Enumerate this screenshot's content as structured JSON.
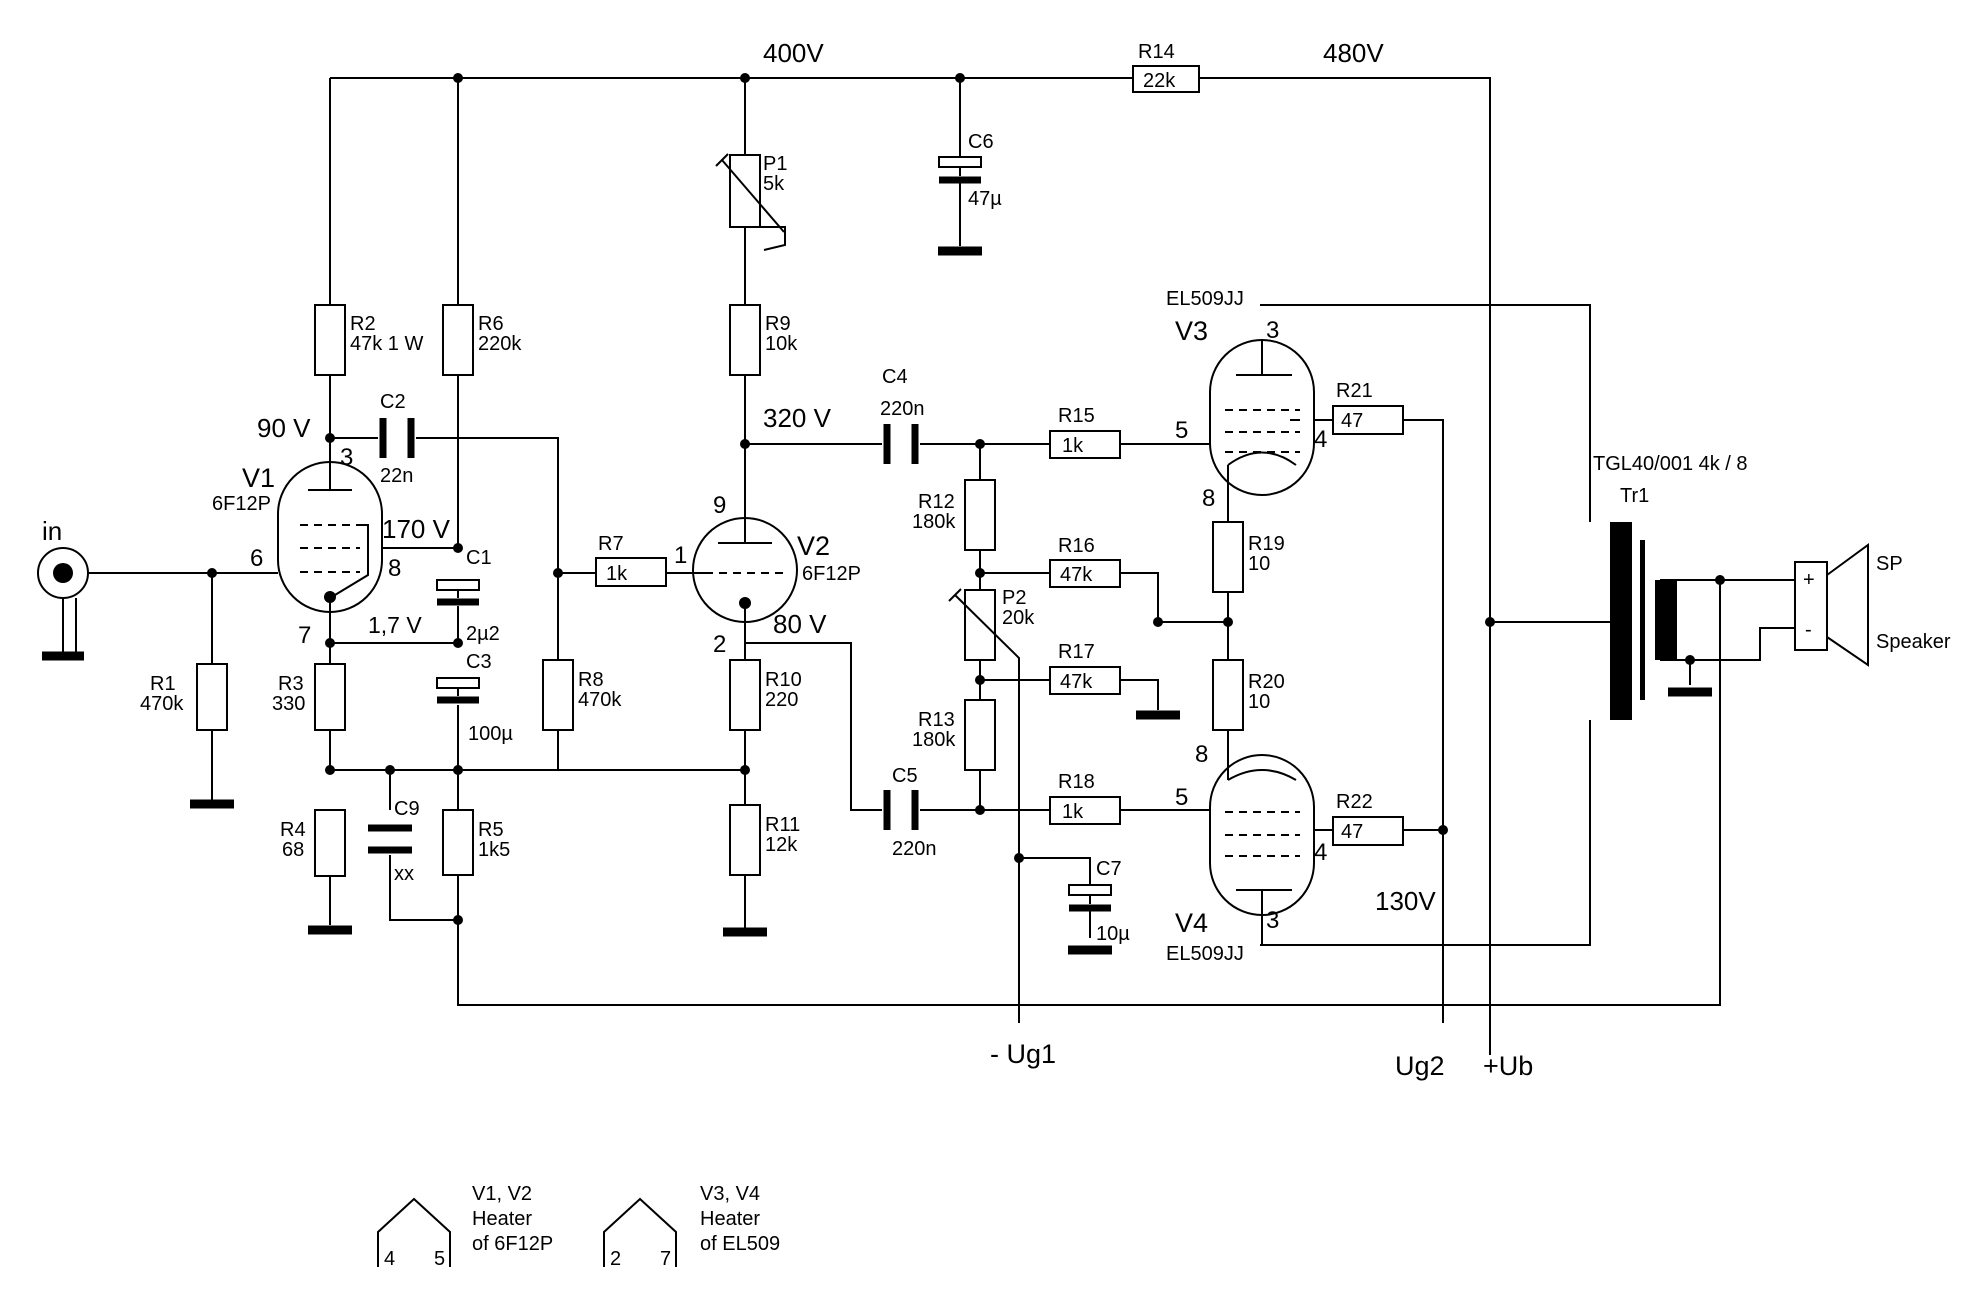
{
  "voltages": {
    "v400": "400V",
    "v480": "480V",
    "v320": "320 V",
    "v90": "90 V",
    "v170": "170 V",
    "v1_7": "1,7 V",
    "v80": "80 V",
    "v130": "130V"
  },
  "terminals": {
    "input": "in",
    "ug1": "- Ug1",
    "ug2": "Ug2",
    "ub": "+Ub"
  },
  "tubes": {
    "v1": {
      "name": "V1",
      "type": "6F12P",
      "pins": [
        "3",
        "6",
        "8",
        "7"
      ]
    },
    "v2": {
      "name": "V2",
      "type": "6F12P",
      "pins": [
        "9",
        "1",
        "2"
      ]
    },
    "v3": {
      "name": "V3",
      "type": "EL509JJ",
      "pins": [
        "3",
        "5",
        "4",
        "8"
      ]
    },
    "v4": {
      "name": "V4",
      "type": "EL509JJ",
      "pins": [
        "8",
        "5",
        "4",
        "3"
      ]
    }
  },
  "resistors": {
    "r1": {
      "name": "R1",
      "value": "470k"
    },
    "r2": {
      "name": "R2",
      "value": "47k 1 W"
    },
    "r3": {
      "name": "R3",
      "value": "330"
    },
    "r4": {
      "name": "R4",
      "value": "68"
    },
    "r5": {
      "name": "R5",
      "value": "1k5"
    },
    "r6": {
      "name": "R6",
      "value": "220k"
    },
    "r7": {
      "name": "R7",
      "value": "1k"
    },
    "r8": {
      "name": "R8",
      "value": "470k"
    },
    "r9": {
      "name": "R9",
      "value": "10k"
    },
    "r10": {
      "name": "R10",
      "value": "220"
    },
    "r11": {
      "name": "R11",
      "value": "12k"
    },
    "r12": {
      "name": "R12",
      "value": "180k"
    },
    "r13": {
      "name": "R13",
      "value": "180k"
    },
    "r14": {
      "name": "R14",
      "value": "22k"
    },
    "r15": {
      "name": "R15",
      "value": "1k"
    },
    "r16": {
      "name": "R16",
      "value": "47k"
    },
    "r17": {
      "name": "R17",
      "value": "47k"
    },
    "r18": {
      "name": "R18",
      "value": "1k"
    },
    "r19": {
      "name": "R19",
      "value": "10"
    },
    "r20": {
      "name": "R20",
      "value": "10"
    },
    "r21": {
      "name": "R21",
      "value": "47"
    },
    "r22": {
      "name": "R22",
      "value": "47"
    }
  },
  "capacitors": {
    "c1": {
      "name": "C1",
      "value": "2µ2"
    },
    "c2": {
      "name": "C2",
      "value": "22n"
    },
    "c3": {
      "name": "C3",
      "value": "100µ"
    },
    "c4": {
      "name": "C4",
      "value": "220n"
    },
    "c5": {
      "name": "C5",
      "value": "220n"
    },
    "c6": {
      "name": "C6",
      "value": "47µ"
    },
    "c7": {
      "name": "C7",
      "value": "10µ"
    },
    "c9": {
      "name": "C9",
      "value": "xx"
    }
  },
  "pots": {
    "p1": {
      "name": "P1",
      "value": "5k"
    },
    "p2": {
      "name": "P2",
      "value": "20k"
    }
  },
  "transformer": {
    "name": "Tr1",
    "spec": "TGL40/001 4k / 8"
  },
  "speaker": {
    "name": "SP",
    "label": "Speaker",
    "plus": "+",
    "minus": "-"
  },
  "heaters": [
    {
      "pins": [
        "4",
        "5"
      ],
      "tubes": "V1, V2",
      "line1": "Heater",
      "line2": "of 6F12P"
    },
    {
      "pins": [
        "2",
        "7"
      ],
      "tubes": "V3, V4",
      "line1": "Heater",
      "line2": "of EL509"
    }
  ]
}
